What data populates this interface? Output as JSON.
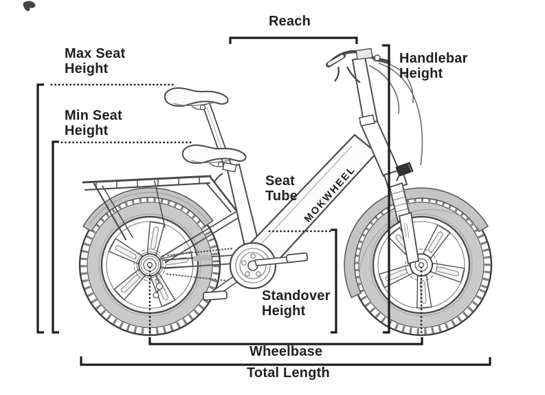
{
  "diagram": {
    "brand": "MOKWHEEL",
    "colors": {
      "background": "#ffffff",
      "measure_line": "#1c1c1c",
      "sketch_line": "#4a4a4a",
      "shade_gray": "#c4c4c4",
      "text": "#1f1f1f"
    },
    "labels": {
      "reach": "Reach",
      "max_seat_height": [
        "Max Seat",
        "Height"
      ],
      "min_seat_height": [
        "Min Seat",
        "Height"
      ],
      "handlebar_height": [
        "Handlebar",
        "Height"
      ],
      "seat_tube": [
        "Seat",
        "Tube"
      ],
      "standover_height": [
        "Standover",
        "Height"
      ],
      "wheelbase": "Wheelbase",
      "total_length": "Total Length"
    }
  }
}
